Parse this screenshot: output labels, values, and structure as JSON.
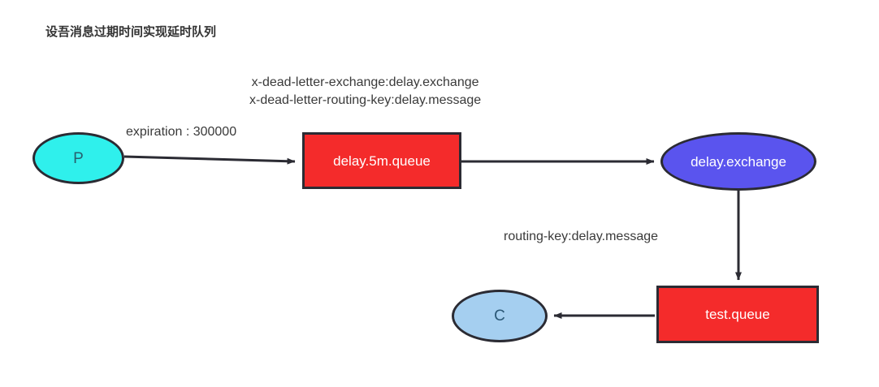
{
  "title": "设吾消息过期时间实现延时队列",
  "background_color": "#ffffff",
  "diagram": {
    "type": "flow-diagram",
    "nodes": [
      {
        "id": "producer",
        "shape": "ellipse",
        "label": "P",
        "fill": "#2ff0ec",
        "stroke": "#2b2b33",
        "text_color": "#27606e"
      },
      {
        "id": "delay-queue",
        "shape": "rectangle",
        "label": "delay.5m.queue",
        "fill": "#f42b2b",
        "stroke": "#2b2b33",
        "text_color": "#ffffff"
      },
      {
        "id": "delay-exchange",
        "shape": "ellipse",
        "label": "delay.exchange",
        "fill": "#5a54ee",
        "stroke": "#2b2b33",
        "text_color": "#ffffff"
      },
      {
        "id": "test-queue",
        "shape": "rectangle",
        "label": "test.queue",
        "fill": "#f42b2b",
        "stroke": "#2b2b33",
        "text_color": "#ffffff"
      },
      {
        "id": "consumer",
        "shape": "ellipse",
        "label": "C",
        "fill": "#a5cff0",
        "stroke": "#2b2b33",
        "text_color": "#2b5876"
      }
    ],
    "edges": [
      {
        "id": "producer-to-delay-queue",
        "from": "producer",
        "to": "delay-queue",
        "label": "expiration : 300000",
        "direction": "right"
      },
      {
        "id": "delay-queue-to-delay-exchange",
        "from": "delay-queue",
        "to": "delay-exchange",
        "label_line1": "x-dead-letter-exchange:delay.exchange",
        "label_line2": "x-dead-letter-routing-key:delay.message",
        "direction": "right"
      },
      {
        "id": "delay-exchange-to-test-queue",
        "from": "delay-exchange",
        "to": "test-queue",
        "label": "routing-key:delay.message",
        "direction": "down"
      },
      {
        "id": "test-queue-to-consumer",
        "from": "test-queue",
        "to": "consumer",
        "label": "",
        "direction": "left"
      }
    ],
    "edge_color": "#2b2b33"
  }
}
